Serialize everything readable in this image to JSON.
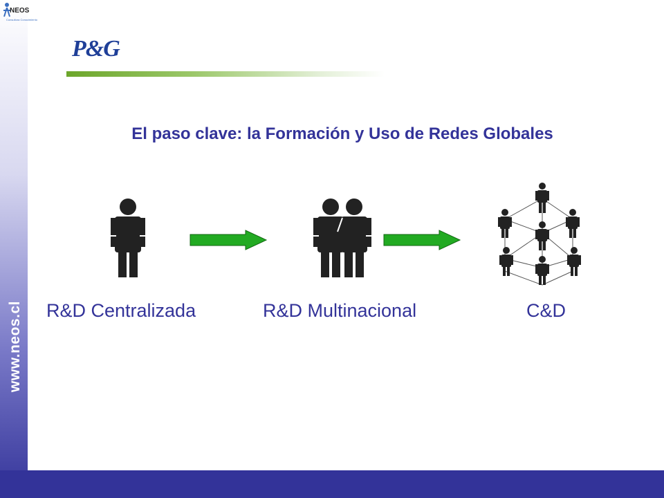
{
  "logo": {
    "neos": "NEOS",
    "neos_tagline": "Consultora Conocimiento",
    "pg": "P&G"
  },
  "sidebar": {
    "website": "www.neos.cl"
  },
  "slide": {
    "title": "El paso clave: la Formación y Uso de Redes Globales",
    "stages": [
      {
        "label": "R&D Centralizada",
        "icon": "single-person-icon"
      },
      {
        "label": "R&D Multinacional",
        "icon": "two-people-icon"
      },
      {
        "label": "C&D",
        "icon": "network-people-icon"
      }
    ]
  },
  "colors": {
    "title": "#333399",
    "labels": "#333399",
    "arrow": "#22aa22",
    "bar": "#333399",
    "line": "#6ca62a"
  }
}
